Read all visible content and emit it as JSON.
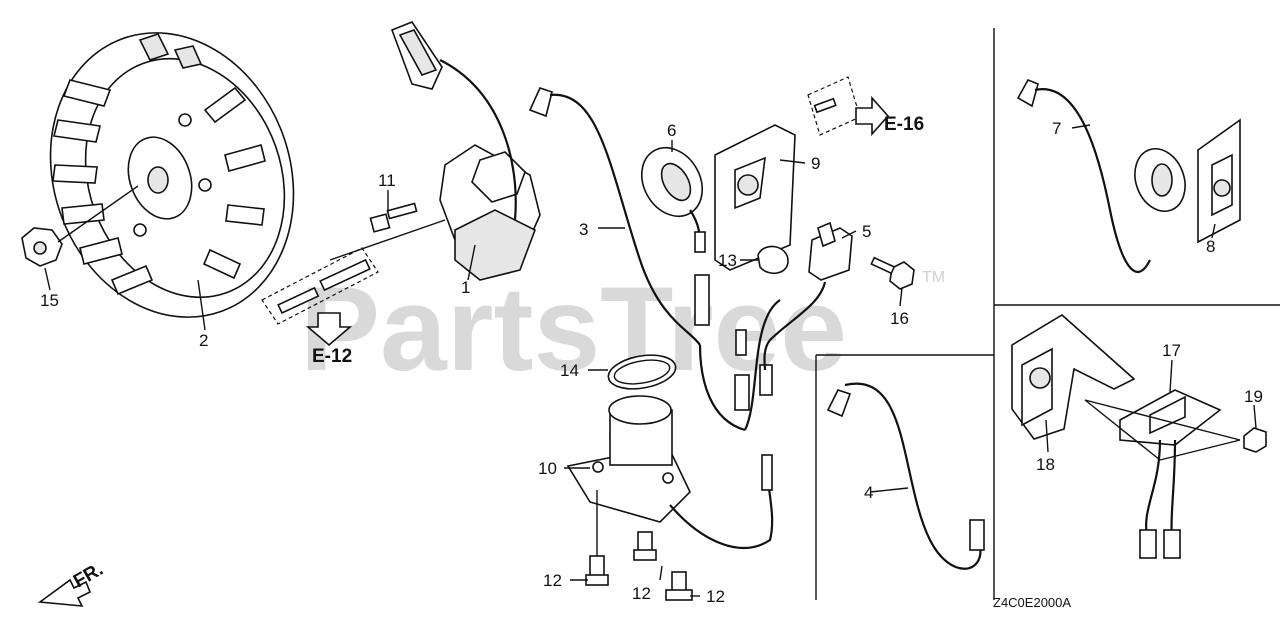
{
  "watermark": {
    "text": "PartsTree",
    "tm": "TM"
  },
  "diagram_code": "Z4C0E2000A",
  "front_indicator": "FR.",
  "references": {
    "e12": "E-12",
    "e16": "E-16"
  },
  "callouts": {
    "c1": "1",
    "c2": "2",
    "c3": "3",
    "c4": "4",
    "c5": "5",
    "c6": "6",
    "c7": "7",
    "c8": "8",
    "c9": "9",
    "c10": "10",
    "c11": "11",
    "c12a": "12",
    "c12b": "12",
    "c12c": "12",
    "c13": "13",
    "c14": "14",
    "c15": "15",
    "c16": "16",
    "c17": "17",
    "c18": "18",
    "c19": "19"
  }
}
